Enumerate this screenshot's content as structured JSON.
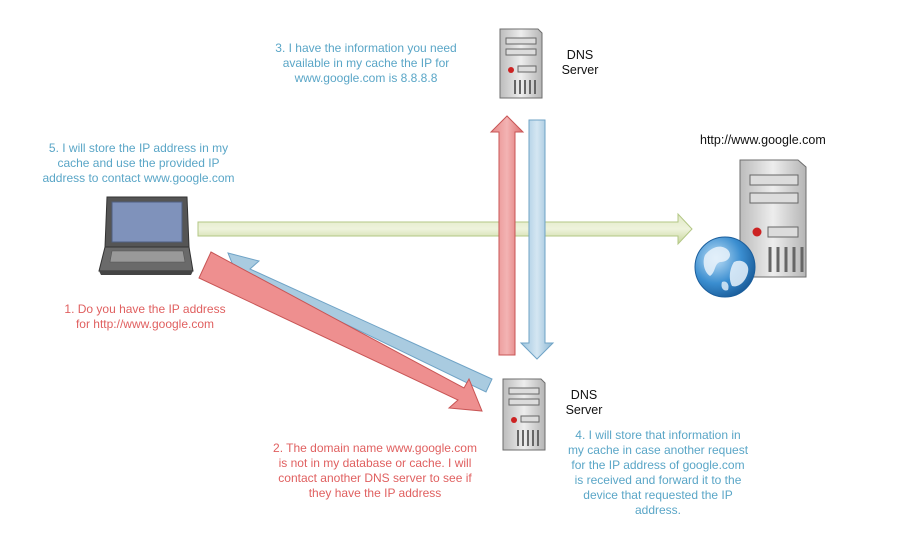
{
  "notes": {
    "step1": [
      "1. Do you have the IP address",
      "for http://www.google.com"
    ],
    "step2": [
      "2. The domain name www.google.com",
      "is not in my database or cache. I will",
      "contact another DNS server to see if",
      "they have the IP address"
    ],
    "step3": [
      "3. I have the information you need",
      "available in my cache the IP for",
      "www.google.com is 8.8.8.8"
    ],
    "step4": [
      "4. I will store that information in",
      "my cache in case another request",
      "for the IP address of google.com",
      "is received and forward it to the",
      "device that requested the IP",
      "address."
    ],
    "step5": [
      "5. I will store the IP address in my",
      "cache and use the provided IP",
      "address to contact www.google.com"
    ]
  },
  "labels": {
    "dns_top": [
      "DNS",
      "Server"
    ],
    "dns_bottom": [
      "DNS",
      "Server"
    ],
    "website": "http://www.google.com"
  },
  "colors": {
    "request_red": "#e06060",
    "response_blue": "#5aa6c7",
    "connect_green": "#c9d9a0"
  }
}
